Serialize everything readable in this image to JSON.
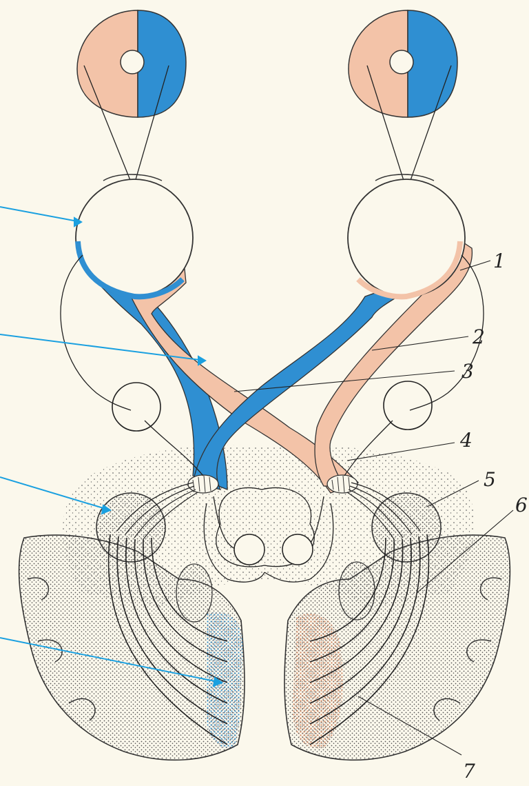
{
  "colors": {
    "background": "#fbf8ec",
    "pink": "#f3c3a8",
    "blue": "#2f8fd2",
    "pointer": "#1aa0e0",
    "ink": "#222222",
    "stipple": "#6b6b6b"
  },
  "labels": {
    "l1": "1",
    "l2": "2",
    "l3": "3",
    "l4": "4",
    "l5": "5",
    "l6": "6",
    "l7": "7"
  }
}
